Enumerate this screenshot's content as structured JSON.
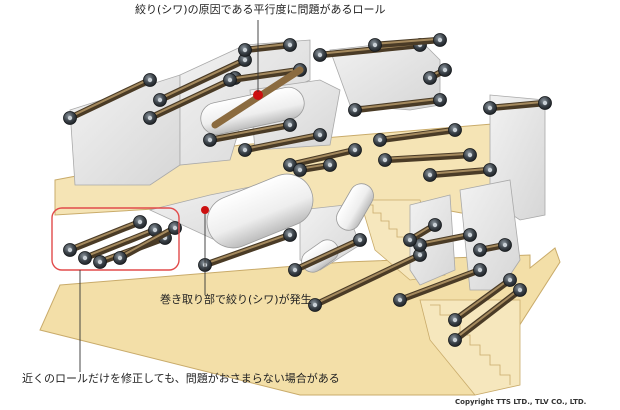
{
  "labels": {
    "top": "絞り(シワ)の原因である平行度に問題があるロール",
    "middle": "巻き取り部で絞り(シワ)が発生",
    "bottom": "近くのロールだけを修正しても、問題がおさまらない場合がある"
  },
  "copyright": "Copyright TTS LTD., TLV CO., LTD.",
  "colors": {
    "plate": "#f3dfa8",
    "plate_edge": "#c9ab6a",
    "sheet": "#e9e9e9",
    "sheet_edge": "#a9a9a9",
    "roller": "#6f5a3c",
    "bearing": "#2e3338",
    "highlight": "#e24b4b",
    "marker": "#cc1010"
  }
}
